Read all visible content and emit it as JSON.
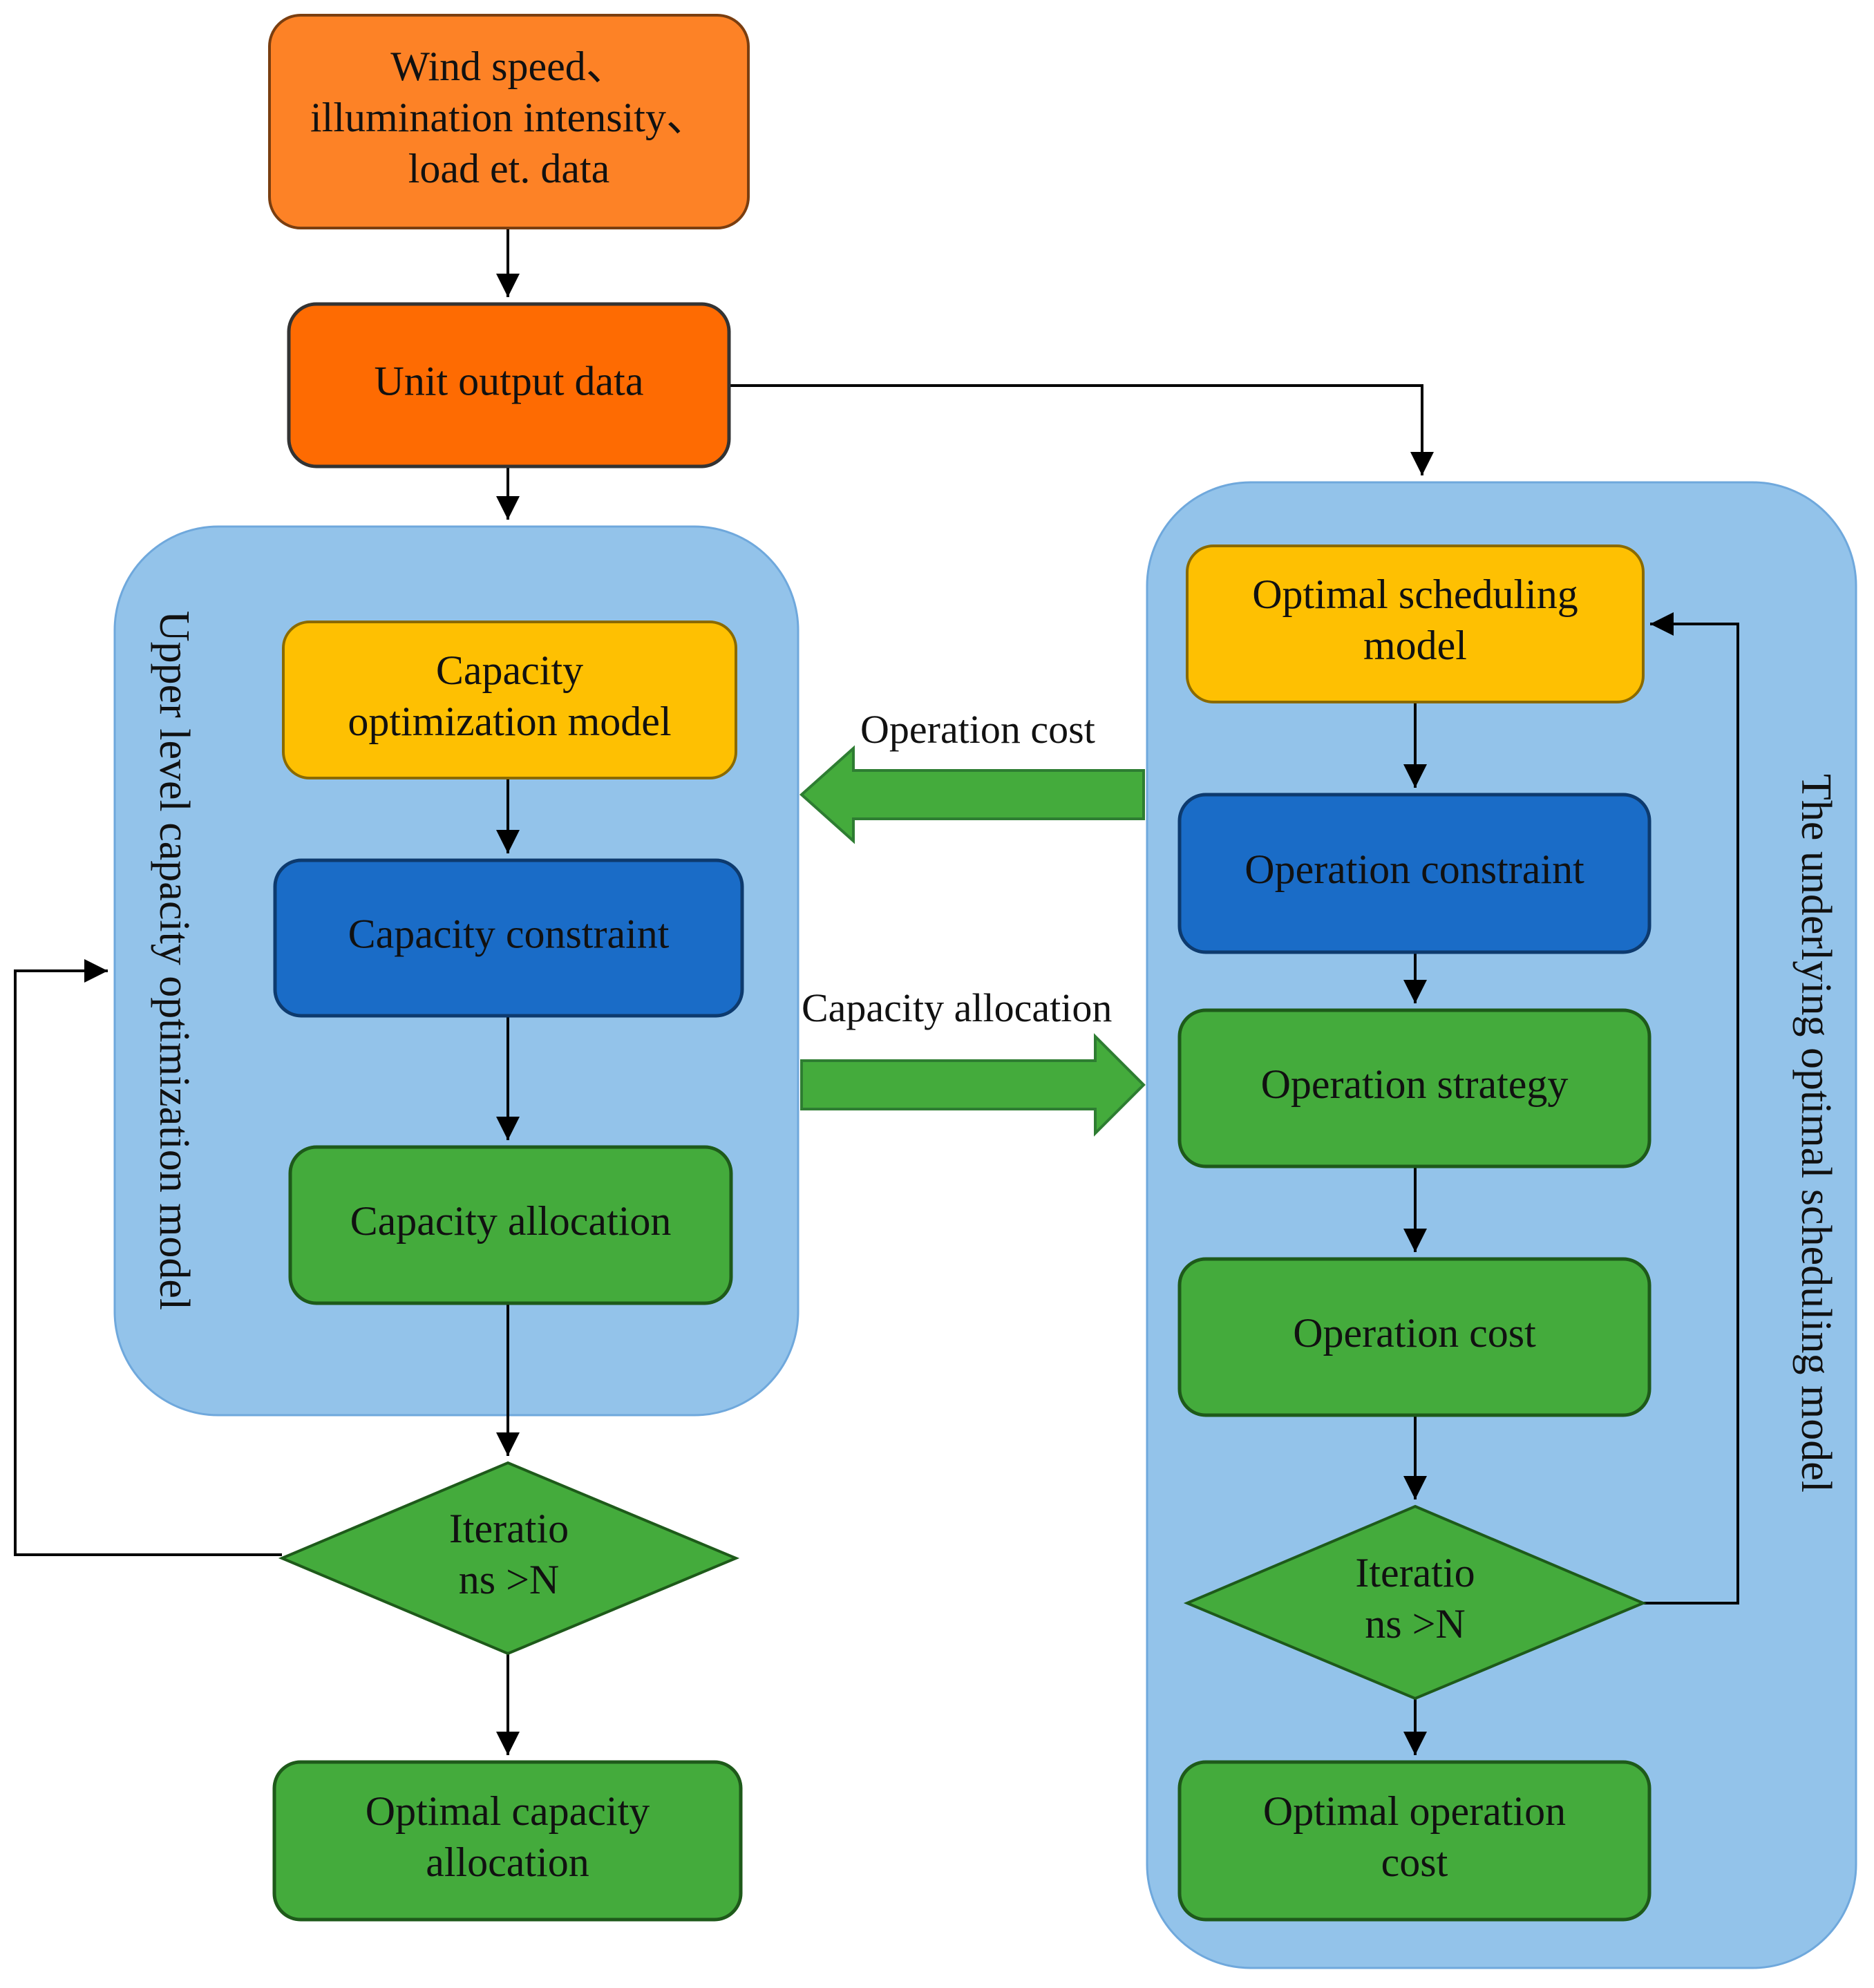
{
  "colors": {
    "orange_light": "#FD8226",
    "orange_dark": "#FE6B02",
    "yellow": "#FEC002",
    "blue": "#1A6CC7",
    "green": "#44AB3C",
    "panel": "#93C3EA",
    "line": "#000000"
  },
  "nodes": {
    "input_data": {
      "lines": [
        "Wind speed、",
        "illumination intensity、",
        "load et.  data"
      ]
    },
    "unit_output": {
      "lines": [
        "Unit output data"
      ]
    },
    "capacity_model": {
      "lines": [
        "Capacity",
        "optimization model"
      ]
    },
    "capacity_constraint": {
      "lines": [
        "Capacity constraint"
      ]
    },
    "capacity_allocation": {
      "lines": [
        "Capacity allocation"
      ]
    },
    "upper_iteration": {
      "lines": [
        "Iteratio",
        "ns >N"
      ]
    },
    "optimal_capacity": {
      "lines": [
        "Optimal capacity",
        "allocation"
      ]
    },
    "scheduling_model": {
      "lines": [
        "Optimal scheduling",
        "model"
      ]
    },
    "operation_constraint": {
      "lines": [
        "Operation constraint"
      ]
    },
    "operation_strategy": {
      "lines": [
        "Operation strategy"
      ]
    },
    "operation_cost": {
      "lines": [
        "Operation cost"
      ]
    },
    "lower_iteration": {
      "lines": [
        "Iteratio",
        "ns >N"
      ]
    },
    "optimal_operation_cost": {
      "lines": [
        "Optimal operation",
        "cost"
      ]
    }
  },
  "panels": {
    "upper": {
      "label": "Upper level capacity optimization model"
    },
    "lower": {
      "label": "The underlying optimal scheduling model"
    }
  },
  "edge_labels": {
    "operation_cost": "Operation cost",
    "capacity_allocation": "Capacity allocation"
  }
}
